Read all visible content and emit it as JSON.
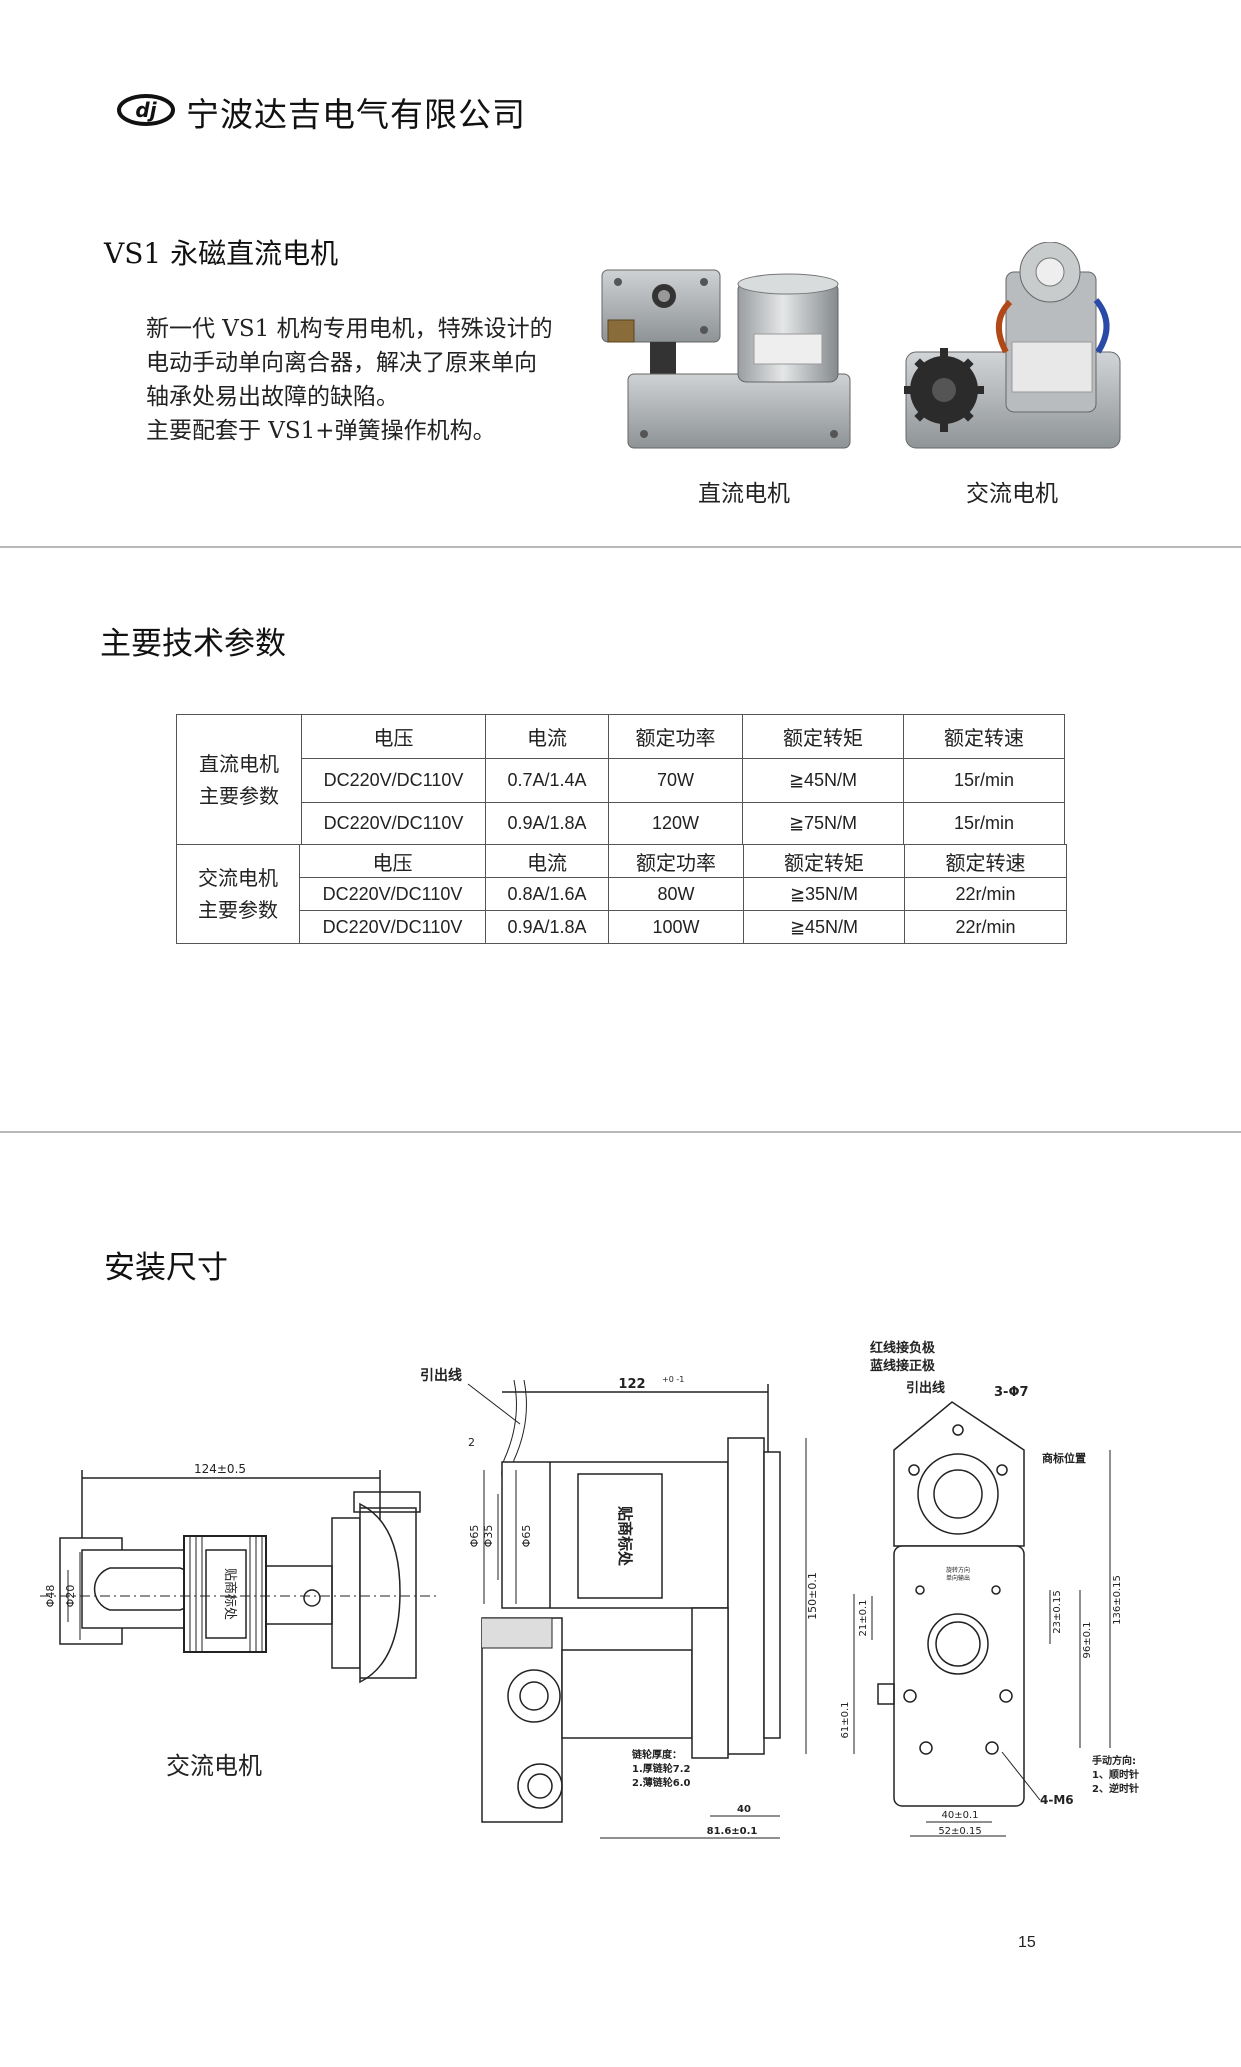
{
  "header": {
    "company": "宁波达吉电气有限公司"
  },
  "section1": {
    "title": "VS1 永磁直流电机",
    "intro_lines": [
      "新一代 VS1 机构专用电机，特殊设计的",
      "电动手动单向离合器，解决了原来单向",
      "轴承处易出故障的缺陷。",
      "主要配套于 VS1+弹簧操作机构。"
    ],
    "photo_dc_caption": "直流电机",
    "photo_ac_caption": "交流电机"
  },
  "section2": {
    "title": "主要技术参数",
    "headers": [
      "电压",
      "电流",
      "额定功率",
      "额定转矩",
      "额定转速"
    ],
    "dc": {
      "group_label_1": "直流电机",
      "group_label_2": "主要参数",
      "rows": [
        [
          "DC220V/DC110V",
          "0.7A/1.4A",
          "70W",
          "≧45N/M",
          "15r/min"
        ],
        [
          "DC220V/DC110V",
          "0.9A/1.8A",
          "120W",
          "≧75N/M",
          "15r/min"
        ]
      ]
    },
    "ac": {
      "group_label_1": "交流电机",
      "group_label_2": "主要参数",
      "rows": [
        [
          "DC220V/DC110V",
          "0.8A/1.6A",
          "80W",
          "≧35N/M",
          "22r/min"
        ],
        [
          "DC220V/DC110V",
          "0.9A/1.8A",
          "100W",
          "≧45N/M",
          "22r/min"
        ]
      ]
    }
  },
  "section3": {
    "title": "安装尺寸",
    "ac_caption": "交流电机",
    "drawing_labels": {
      "left_dim_top": "124±0.5",
      "left_label": "贴商标处",
      "left_d48": "Φ48",
      "left_d20": "Φ20",
      "lead_wire": "引出线",
      "dim_122": "122",
      "dim_122_tol": "+0 -1",
      "dim_2": "2",
      "d65a": "Φ65",
      "d35": "Φ35",
      "d65b": "Φ65",
      "mid_label": "贴商标处",
      "dim_150": "150±0.1",
      "sprocket_1": "链轮厚度：",
      "sprocket_2": "1.厚链轮7.2",
      "sprocket_3": "2.薄链轮6.0",
      "dim_40": "40",
      "dim_81_6": "81.6±0.1",
      "red_wire": "红线接负极",
      "blue_wire": "蓝线接正极",
      "lead_wire_r": "引出线",
      "holes": "3-Φ7",
      "logo_pos": "商标位置",
      "rotate_1": "旋转方向",
      "rotate_2": "单向输出",
      "dim_21": "21±0.1",
      "dim_61": "61±0.1",
      "dim_23": "23±0.15",
      "dim_96": "96±0.1",
      "dim_136": "136±0.15",
      "dim_40r": "40±0.1",
      "dim_52": "52±0.15",
      "m6": "4-M6",
      "manual_1": "手动方向:",
      "manual_2": "1、顺时针",
      "manual_3": "2、逆时针"
    }
  },
  "footer": {
    "page_number": "15"
  },
  "colors": {
    "rule": "#b9b9b9",
    "table_border": "#555555",
    "metal": "#a9adb0",
    "red_logo": "#111111"
  }
}
